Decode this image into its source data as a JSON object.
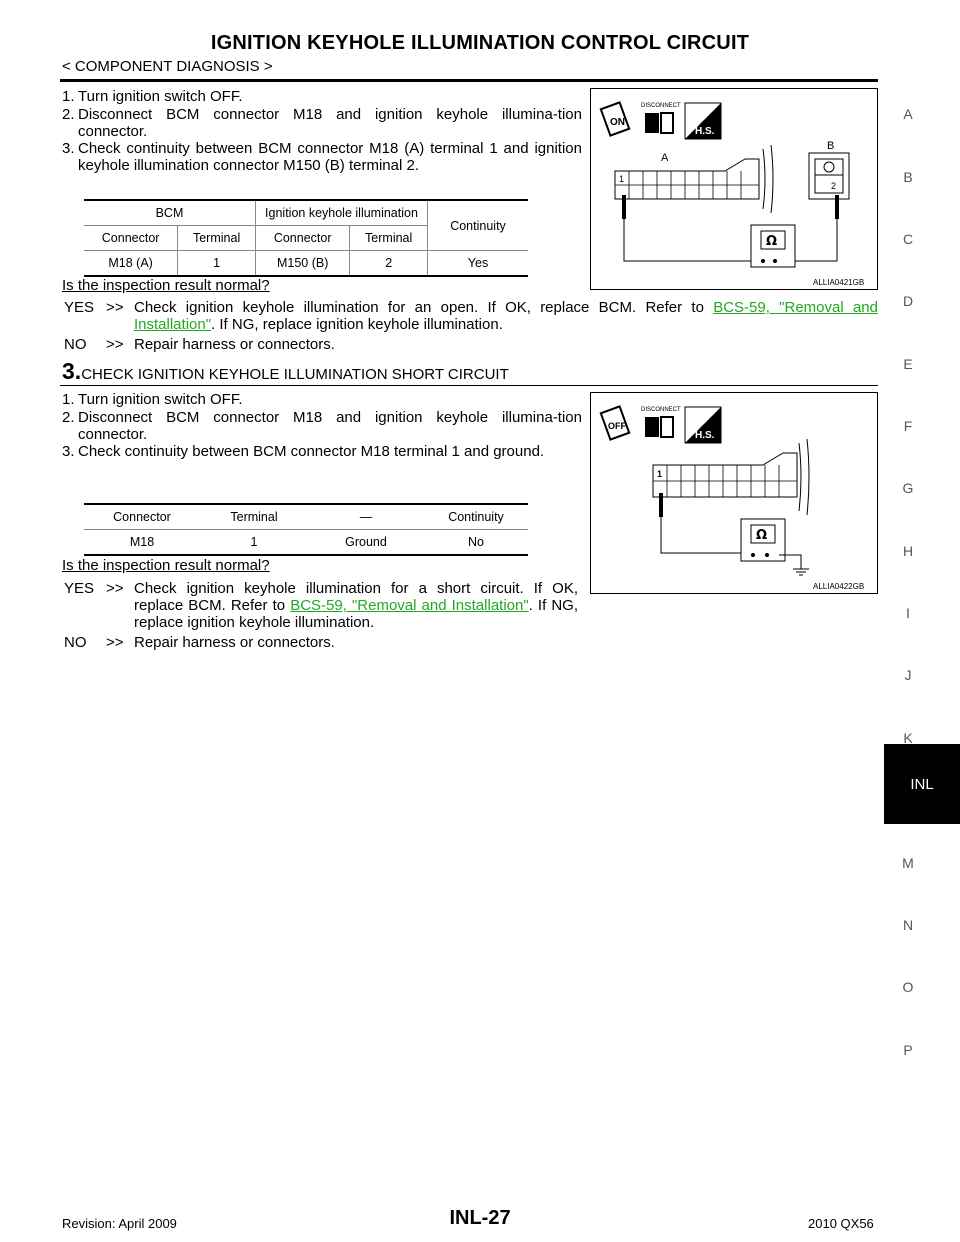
{
  "header": {
    "title": "IGNITION KEYHOLE ILLUMINATION CONTROL CIRCUIT",
    "subtitle": "< COMPONENT DIAGNOSIS >"
  },
  "section2": {
    "steps": [
      {
        "num": "1.",
        "text": "Turn ignition switch OFF."
      },
      {
        "num": "2.",
        "text": "Disconnect BCM connector M18 and ignition keyhole illumina-tion connector."
      },
      {
        "num": "3.",
        "text": "Check continuity between BCM connector M18 (A) terminal 1 and ignition keyhole illumination connector M150 (B) terminal 2."
      }
    ],
    "table": {
      "group_headers": [
        "BCM",
        "Ignition keyhole illumination",
        "Continuity"
      ],
      "sub_headers": [
        "Connector",
        "Terminal",
        "Connector",
        "Terminal"
      ],
      "row": [
        "M18 (A)",
        "1",
        "M150 (B)",
        "2",
        "Yes"
      ]
    },
    "question": "Is the inspection result normal?",
    "yes_label": "YES",
    "yes_arrow": ">>",
    "yes_text_1": "Check ignition keyhole illumination for an open. If OK, replace BCM. Refer to",
    "yes_link": "BCS-59, \"Removal and Installation\"",
    "yes_text_2": ". If NG, replace ignition keyhole illumination.",
    "no_label": "NO",
    "no_arrow": ">>",
    "no_text": "Repair harness or connectors.",
    "figure": {
      "switch": "ON",
      "disconnect": "DISCONNECT",
      "hs": "H.S.",
      "label_a": "A",
      "label_b": "B",
      "pin_a": "1",
      "pin_b": "2",
      "ohm": "Ω",
      "code": "ALLIA0421GB"
    }
  },
  "section3": {
    "heading_number": "3.",
    "heading_text": "CHECK IGNITION KEYHOLE ILLUMINATION SHORT CIRCUIT",
    "steps": [
      {
        "num": "1.",
        "text": "Turn ignition switch OFF."
      },
      {
        "num": "2.",
        "text": "Disconnect BCM connector M18 and ignition keyhole illumina-tion connector."
      },
      {
        "num": "3.",
        "text": "Check continuity between BCM connector M18 terminal 1 and ground."
      }
    ],
    "table": {
      "headers": [
        "Connector",
        "Terminal",
        "—",
        "Continuity"
      ],
      "row": [
        "M18",
        "1",
        "Ground",
        "No"
      ]
    },
    "question": "Is the inspection result normal?",
    "yes_label": "YES",
    "yes_arrow": ">>",
    "yes_text_1": "Check ignition keyhole illumination for a short circuit. If OK, replace BCM. Refer to",
    "yes_link": "BCS-59, \"Removal and Installation\"",
    "yes_text_2": ". If NG, replace ignition keyhole illumination.",
    "no_label": "NO",
    "no_arrow": ">>",
    "no_text": "Repair harness or connectors.",
    "figure": {
      "switch": "OFF",
      "disconnect": "DISCONNECT",
      "hs": "H.S.",
      "pin_a": "1",
      "ohm": "Ω",
      "code": "ALLIA0422GB"
    }
  },
  "side_index": [
    "A",
    "B",
    "C",
    "D",
    "E",
    "F",
    "G",
    "H",
    "I",
    "J",
    "K",
    "INL",
    "M",
    "N",
    "O",
    "P"
  ],
  "footer": {
    "page_number": "INL-27",
    "revision": "Revision: April 2009",
    "model": "2010 QX56"
  },
  "colors": {
    "link": "#22a822",
    "tab_bg": "#000000"
  }
}
